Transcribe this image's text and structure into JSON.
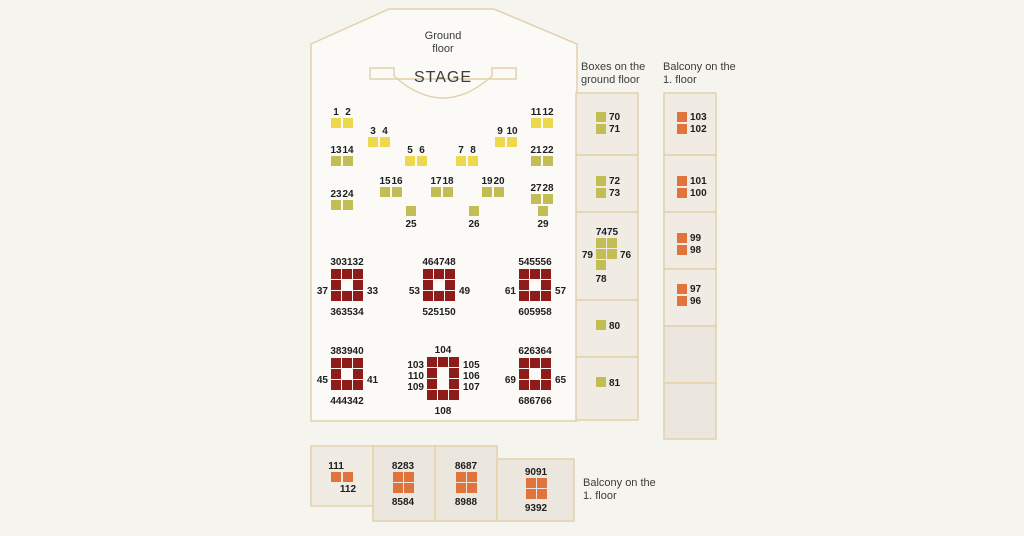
{
  "hall": {
    "title_line1": "Ground",
    "title_line2": "floor",
    "stage": "STAGE"
  },
  "boxes_ground": {
    "title_line1": "Boxes on the",
    "title_line2": "ground floor"
  },
  "balcony_side": {
    "title_line1": "Balcony on the",
    "title_line2": "1. floor"
  },
  "balcony_bottom": {
    "title_line1": "Balcony on the",
    "title_line2": "1. floor"
  },
  "colors": {
    "yellow": "#eed84e",
    "olive": "#c2bd55",
    "red": "#8e1c1b",
    "orange": "#e0743c"
  },
  "seats": {
    "yellow": [
      "1",
      "2",
      "3",
      "4",
      "5",
      "6",
      "7",
      "8",
      "9",
      "10",
      "11",
      "12"
    ],
    "olive": [
      "13",
      "14",
      "15",
      "16",
      "17",
      "18",
      "19",
      "20",
      "21",
      "22",
      "23",
      "24",
      "25",
      "26",
      "27",
      "28",
      "29",
      "70",
      "71",
      "72",
      "73",
      "74",
      "75",
      "76",
      "78",
      "79",
      "80",
      "81"
    ],
    "red": [
      "30",
      "31",
      "32",
      "33",
      "34",
      "35",
      "36",
      "37",
      "38",
      "39",
      "40",
      "41",
      "42",
      "43",
      "44",
      "45",
      "46",
      "47",
      "48",
      "49",
      "50",
      "51",
      "52",
      "53",
      "54",
      "55",
      "56",
      "57",
      "58",
      "59",
      "60",
      "61",
      "62",
      "63",
      "64",
      "65",
      "66",
      "67",
      "68",
      "69",
      "103",
      "104",
      "105",
      "106",
      "107",
      "108",
      "109",
      "110"
    ],
    "orange": [
      "82",
      "83",
      "84",
      "85",
      "86",
      "87",
      "88",
      "89",
      "90",
      "91",
      "92",
      "93",
      "96",
      "97",
      "98",
      "99",
      "100",
      "101",
      "102",
      "103",
      "111",
      "112"
    ]
  }
}
